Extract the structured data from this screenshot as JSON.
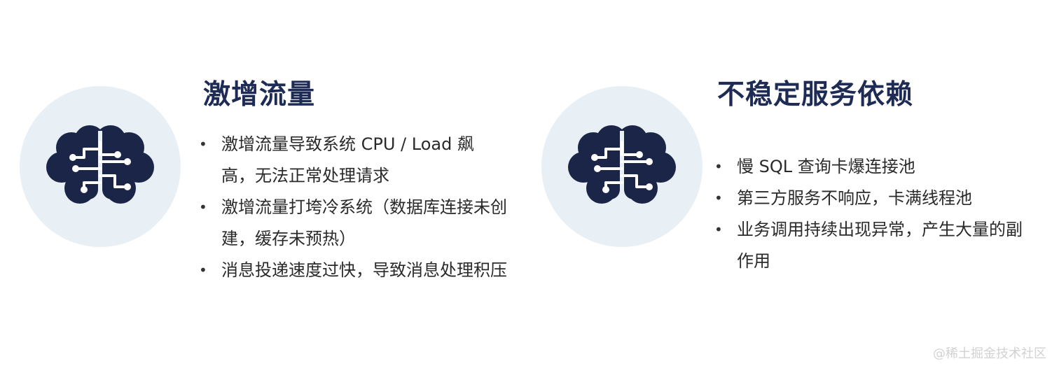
{
  "left_section": {
    "title": "激增流量",
    "icon": "brain-circuit-icon",
    "bullets": [
      "激增流量导致系统 CPU / Load 飙高，无法正常处理请求",
      "激增流量打垮冷系统（数据库连接未创建，缓存未预热）",
      "消息投递速度过快，导致消息处理积压"
    ]
  },
  "right_section": {
    "title": "不稳定服务依赖",
    "icon": "brain-circuit-icon",
    "bullets": [
      "慢 SQL 查询卡爆连接池",
      "第三方服务不响应，卡满线程池",
      "业务调用持续出现异常，产生大量的副作用"
    ]
  },
  "watermark": "@稀土掘金技术社区",
  "colors": {
    "title": "#1e2b55",
    "icon": "#1b2547",
    "circle_bg": "#e9f0f5",
    "text": "#2a2a2a"
  }
}
